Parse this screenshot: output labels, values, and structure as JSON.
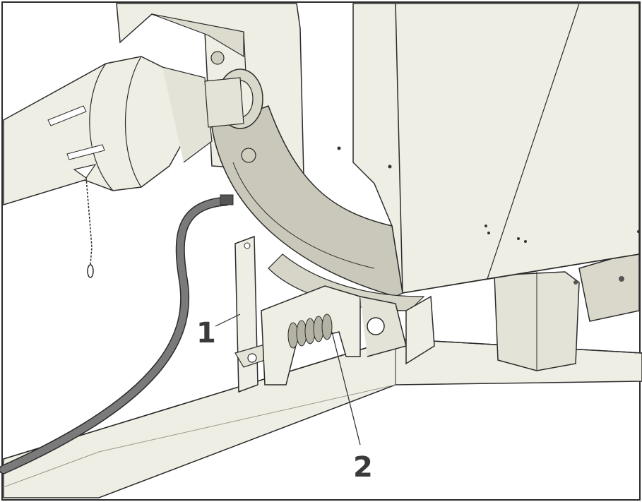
{
  "callouts": [
    {
      "id": "1",
      "label": "1"
    },
    {
      "id": "2",
      "label": "2"
    }
  ],
  "colors": {
    "body": "#ecebe0",
    "body_shade": "#d9d8cb",
    "body_dark": "#b9b8aa",
    "line": "#2b2b2b",
    "hose": "#7a7a7a",
    "background": "#ffffff"
  }
}
